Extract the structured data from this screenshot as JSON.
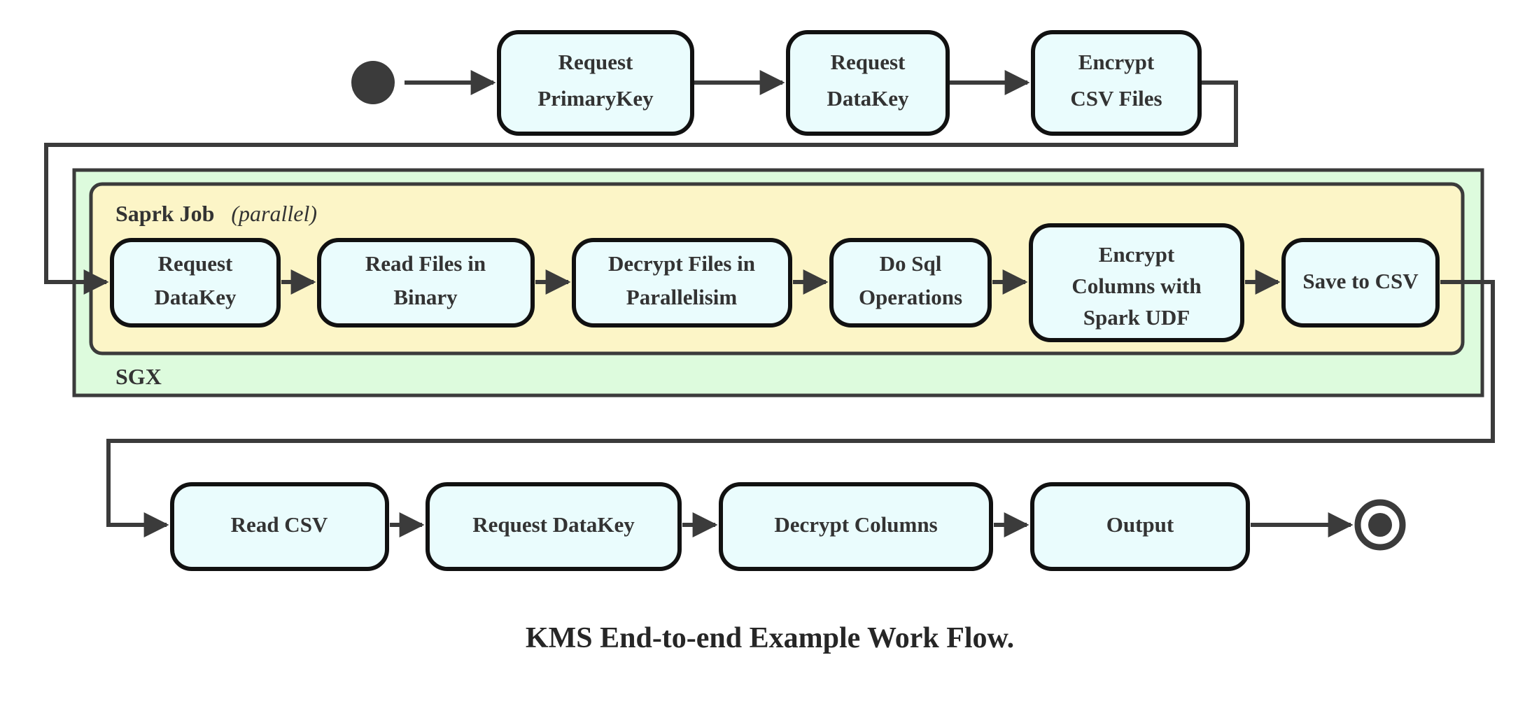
{
  "figure": {
    "caption": "KMS End-to-end Example Work Flow.",
    "type": "activity-flowchart"
  },
  "colors": {
    "node_fill": "#eafcfd",
    "node_stroke": "#111111",
    "sgx_group_fill": "#ddfbdd",
    "spark_group_fill": "#fcf5c7",
    "edge_stroke": "#3b3b3b",
    "text": "#333333"
  },
  "markers": {
    "start_node": "filled-circle-start",
    "end_node": "bullseye-end"
  },
  "groups": {
    "sgx": {
      "label": "SGX",
      "label_position": "bottom-left"
    },
    "spark": {
      "label_bold": "Saprk Job",
      "label_italic": "(parallel)",
      "label_position": "top-left"
    }
  },
  "rows": {
    "top": {
      "name": "setup-row",
      "nodes": [
        {
          "id": "request-primarykey",
          "lines": [
            "Request",
            "PrimaryKey"
          ]
        },
        {
          "id": "request-datakey-top",
          "lines": [
            "Request",
            "DataKey"
          ]
        },
        {
          "id": "encrypt-csv-files",
          "lines": [
            "Encrypt",
            "CSV Files"
          ]
        }
      ]
    },
    "middle": {
      "name": "spark-job-row",
      "nodes": [
        {
          "id": "request-datakey-spark",
          "lines": [
            "Request",
            "DataKey"
          ]
        },
        {
          "id": "read-files-in-binary",
          "lines": [
            "Read Files in",
            "Binary"
          ]
        },
        {
          "id": "decrypt-files-in-parallelisim",
          "lines": [
            "Decrypt Files in",
            "Parallelisim"
          ]
        },
        {
          "id": "do-sql-operations",
          "lines": [
            "Do Sql",
            "Operations"
          ]
        },
        {
          "id": "encrypt-columns-with-spark-udf",
          "lines": [
            "Encrypt",
            "Columns with",
            "Spark UDF"
          ]
        },
        {
          "id": "save-to-csv",
          "lines": [
            "Save to CSV"
          ]
        }
      ]
    },
    "bottom": {
      "name": "consume-row",
      "nodes": [
        {
          "id": "read-csv",
          "lines": [
            "Read CSV"
          ]
        },
        {
          "id": "request-datakey-bottom",
          "lines": [
            "Request DataKey"
          ]
        },
        {
          "id": "decrypt-columns",
          "lines": [
            "Decrypt Columns"
          ]
        },
        {
          "id": "output",
          "lines": [
            "Output"
          ]
        }
      ]
    }
  },
  "edges": [
    {
      "from": "start",
      "to": "request-primarykey"
    },
    {
      "from": "request-primarykey",
      "to": "request-datakey-top"
    },
    {
      "from": "request-datakey-top",
      "to": "encrypt-csv-files"
    },
    {
      "from": "encrypt-csv-files",
      "to": "request-datakey-spark"
    },
    {
      "from": "request-datakey-spark",
      "to": "read-files-in-binary"
    },
    {
      "from": "read-files-in-binary",
      "to": "decrypt-files-in-parallelisim"
    },
    {
      "from": "decrypt-files-in-parallelisim",
      "to": "do-sql-operations"
    },
    {
      "from": "do-sql-operations",
      "to": "encrypt-columns-with-spark-udf"
    },
    {
      "from": "encrypt-columns-with-spark-udf",
      "to": "save-to-csv"
    },
    {
      "from": "save-to-csv",
      "to": "read-csv"
    },
    {
      "from": "read-csv",
      "to": "request-datakey-bottom"
    },
    {
      "from": "request-datakey-bottom",
      "to": "decrypt-columns"
    },
    {
      "from": "decrypt-columns",
      "to": "output"
    },
    {
      "from": "output",
      "to": "end"
    }
  ]
}
